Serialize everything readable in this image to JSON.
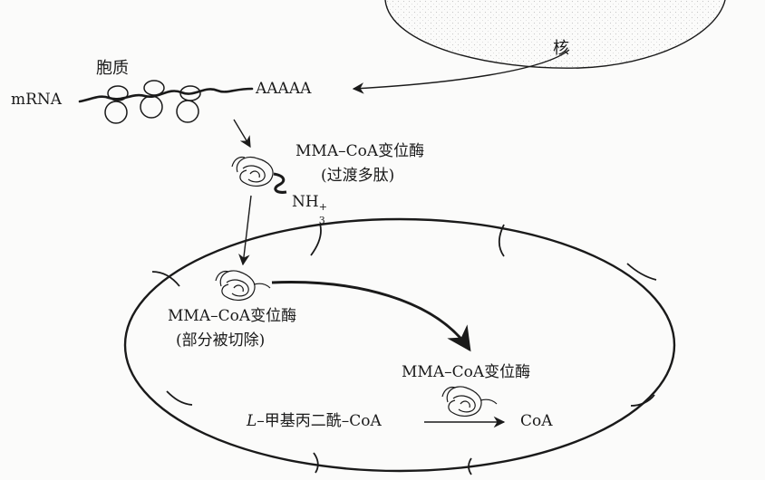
{
  "labels": {
    "nucleus": "核",
    "cytoplasm": "胞质",
    "mrna": "mRNA",
    "poly_a": "AAAAA",
    "enzyme_name": "MMA–CoA变位酶",
    "transit_note": "(过渡多肽)",
    "nh3": "NH",
    "nh3_sub": "3",
    "nh3_sup": "+",
    "partial_note": "(部分被切除)",
    "substrate_prefix": "L",
    "substrate_rest": "–甲基丙二酰–CoA",
    "product": "CoA"
  }
}
